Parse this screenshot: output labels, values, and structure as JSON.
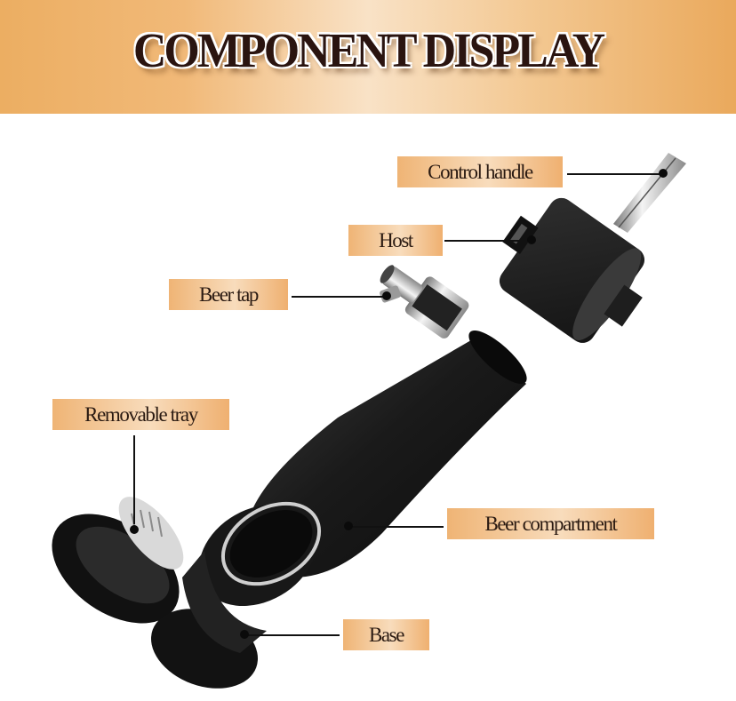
{
  "header": {
    "title": "COMPONENT DISPLAY"
  },
  "labels": {
    "control_handle": "Control handle",
    "host": "Host",
    "beer_tap": "Beer tap",
    "removable_tray": "Removable tray",
    "beer_compartment": "Beer compartment",
    "base": "Base"
  },
  "colors": {
    "banner_left": "#ecae62",
    "banner_center": "#f9e2c6",
    "title_text": "#2a1410",
    "label_bg": "#efb475",
    "label_text": "#2a1a12",
    "product_body": "#1c1c1c",
    "metal": "#c8c8c8"
  }
}
